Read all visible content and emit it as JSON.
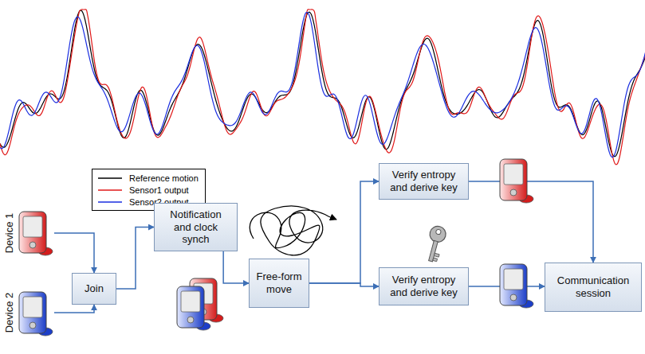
{
  "diagram": {
    "nodes": [
      {
        "text": [
          "Device 1"
        ]
      },
      {
        "text": [
          "Device 2"
        ]
      },
      {
        "text": [
          "Join"
        ]
      },
      {
        "text": [
          "Notification and clock synch"
        ]
      },
      {
        "text": [
          "Free-form move"
        ]
      },
      {
        "text": [
          "Verify entropy and derive key"
        ]
      },
      {
        "text": [
          "Verify entropy and derive key"
        ]
      },
      {
        "text": [
          "Communication session"
        ]
      }
    ],
    "edges": [
      {
        "from": 0,
        "to": 2,
        "arrow": "to"
      },
      {
        "from": 1,
        "to": 2,
        "arrow": "to"
      },
      {
        "from": 2,
        "to": 3,
        "arrow": "to"
      },
      {
        "from": 3,
        "to": 4,
        "arrow": "to"
      },
      {
        "from": 4,
        "to": 5,
        "arrow": "to"
      },
      {
        "from": 4,
        "to": 6,
        "arrow": "to"
      },
      {
        "from": 5,
        "to": 7,
        "arrow": "to"
      },
      {
        "from": 6,
        "to": 7,
        "arrow": "to"
      }
    ],
    "legend": [
      {
        "text": "Reference motion"
      },
      {
        "text": "Sensor1 output"
      },
      {
        "text": "Sensor2 output"
      }
    ]
  }
}
